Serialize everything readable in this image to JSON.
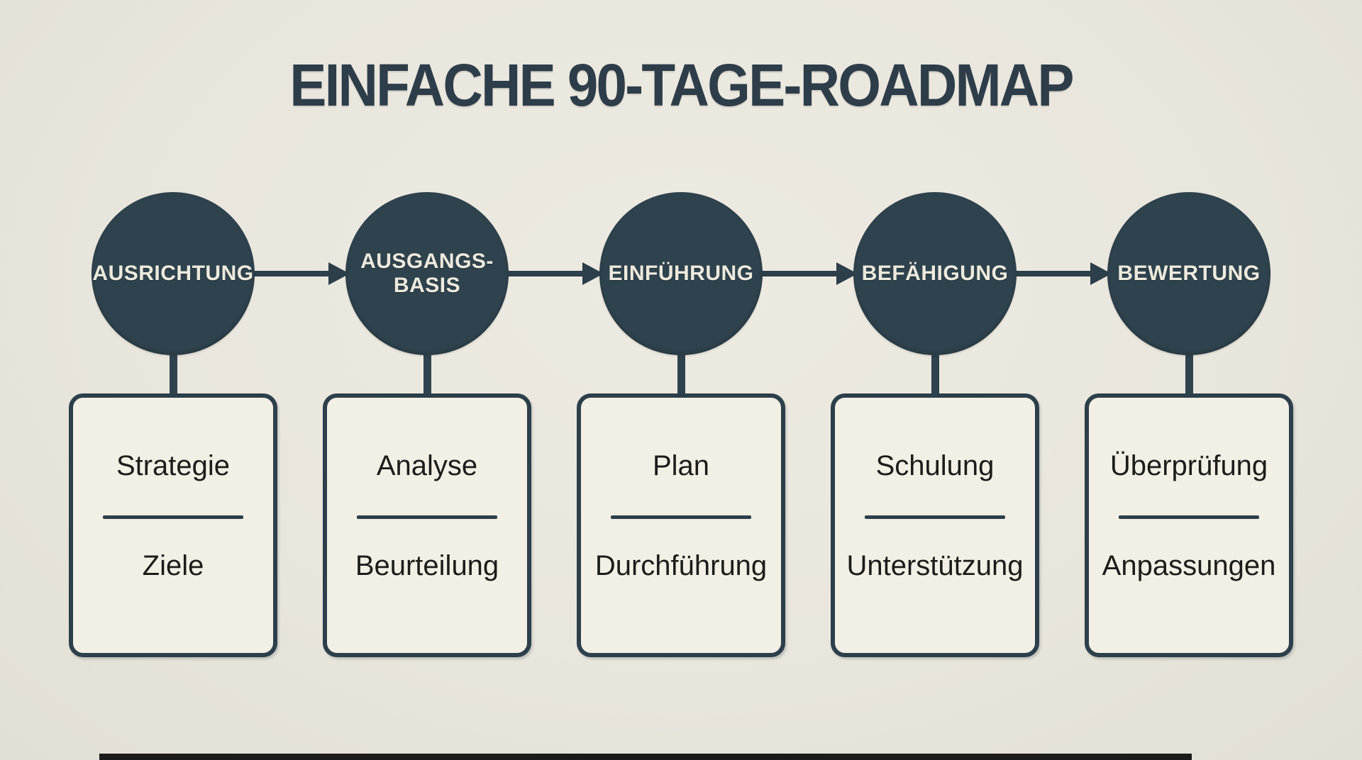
{
  "title": "EINFACHE 90-TAGE-ROADMAP",
  "colors": {
    "background": "#e9e6dd",
    "shape_dark_slate": "#2f434e",
    "card_fill": "#f2efe5",
    "card_text": "#1d1c1a",
    "circle_text": "#edeade",
    "title_text": "#2d3d49",
    "bottom_bar": "#1b1b1b"
  },
  "stages": [
    {
      "circle_label": "AUSRICHTUNG",
      "top_label": "Strategie",
      "bottom_label": "Ziele"
    },
    {
      "circle_label": "AUSGANGS-\nBASIS",
      "top_label": "Analyse",
      "bottom_label": "Beurteilung"
    },
    {
      "circle_label": "EINFÜHRUNG",
      "top_label": "Plan",
      "bottom_label": "Durchführung"
    },
    {
      "circle_label": "BEFÄHIGUNG",
      "top_label": "Schulung",
      "bottom_label": "Unterstützung"
    },
    {
      "circle_label": "BEWERTUNG",
      "top_label": "Überprüfung",
      "bottom_label": "Anpassungen"
    }
  ]
}
